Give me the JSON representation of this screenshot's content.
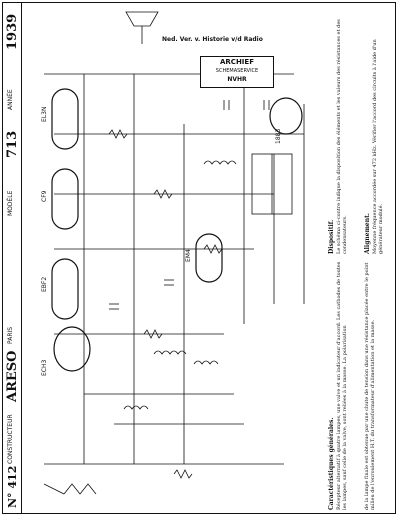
{
  "header": {
    "sheet_number": "N° 412",
    "constructeur_label": "CONSTRUCTEUR",
    "brand": "ARESO",
    "city": "PARIS",
    "modele_label": "MODÈLE",
    "model": "713",
    "annee_label": "ANNÉE",
    "year": "1939"
  },
  "watermark": {
    "text": "Ned. Ver. v. Historie v/d Radio",
    "badge_title": "ARCHIEF",
    "badge_sub": "SCHEMASERVICE",
    "badge_org": "NVHR"
  },
  "tubes": [
    "EL3N",
    "CF9",
    "EBF2",
    "ECH3",
    "EM4",
    "1883"
  ],
  "notes": {
    "general_title": "Caractéristiques générales.",
    "general_text": "Récepteur alternatif à quatre lampes, une valve et un indicateur d'accord. Les cathodes de toutes les lampes, sauf celle de la valve, sont reliées à la masse. La polarisation",
    "voltage_text": "de la lampe finale est obtenue par une chute de tension dans une résistance placée entre le point milieu de l'enroulement H.T. du transformateur d'alimentation et la masse.",
    "dispositif_title": "Dispositif.",
    "dispositif_text": "Le schéma ci-contre indique la disposition des éléments et les valeurs des résistances et des condensateurs.",
    "alignment_title": "Alignement.",
    "alignment_text": "Moyenne fréquence accordée sur 472 kHz. Vérifier l'accord des circuits à l'aide d'un générateur modulé."
  }
}
